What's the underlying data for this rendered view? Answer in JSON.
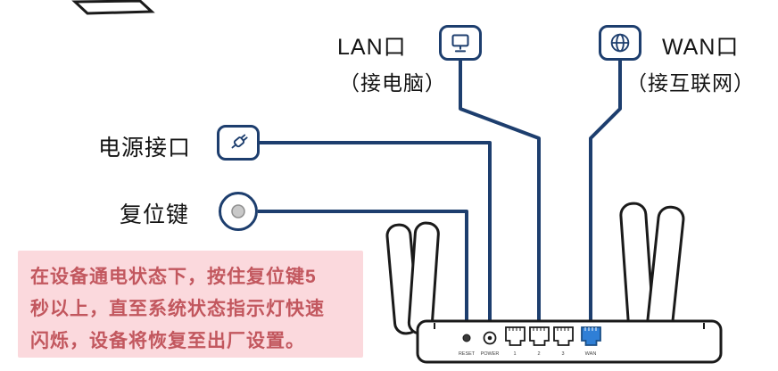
{
  "callouts": {
    "lan": {
      "label": "LAN口",
      "sub": "（接电脑）"
    },
    "wan": {
      "label": "WAN口",
      "sub": "（接互联网）"
    },
    "power": {
      "label": "电源接口"
    },
    "reset": {
      "label": "复位键"
    }
  },
  "note": {
    "line1": "在设备通电状态下，按住复位键5",
    "line2": "秒以上，直至系统状态指示灯快速",
    "line3": "闪烁，设备将恢复至出厂设置。"
  },
  "panel": {
    "reset_label": "RESET",
    "power_label": "POWER",
    "lan_labels": [
      "1",
      "2",
      "3"
    ],
    "wan_label": "WAN"
  },
  "colors": {
    "callout_line": "#1d3e6e",
    "icon_border": "#1d3e6e",
    "note_bg": "#fbd9dd",
    "note_text": "#c2575e",
    "wan_port_fill": "#2f7fd6"
  }
}
